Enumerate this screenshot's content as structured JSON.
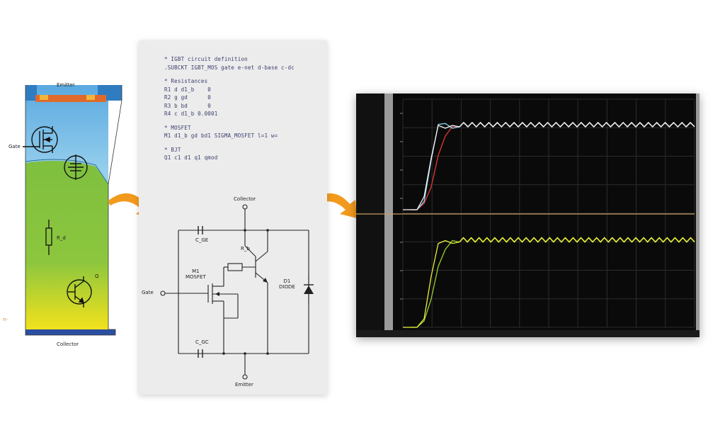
{
  "device": {
    "top_label": "Emitter",
    "gate_label": "Gate",
    "resistor_label": "R_d",
    "bjt_label": "Q",
    "bottom_label": "Collector",
    "side_label": "n-"
  },
  "netlist": {
    "lines": [
      "* IGBT circuit definition",
      ".SUBCKT IGBT_MOS gate e-net d-base c-dc",
      "",
      "* Resistances",
      "R1 d d1_b    0",
      "R2 g gd      0",
      "R3 b bd      0",
      "R4 c d1_b 0.0001",
      "",
      "* MOSFET",
      "M1 d1_b gd bd1 SIGMA_MOSFET l=1 w=",
      "",
      "* BJT",
      "Q1 c1 d1 q1 qmod"
    ]
  },
  "schematic": {
    "collector_label": "Collector",
    "gate_label": "Gate",
    "emitter_label": "Emitter",
    "cap_top_label": "C_GE",
    "cap_bottom_label": "C_GC",
    "mosfet_label": "M1\nMOSFET",
    "resistor_label": "R_b",
    "diode_label": "D1\nDIODE"
  },
  "colors": {
    "arrow": "#f29a1e",
    "scope_bg": "#0a0a0a",
    "trace_red": "#e53935",
    "trace_blue": "#8fd3f4",
    "trace_white": "#f2f2f2",
    "trace_yellow": "#e8f03a",
    "trace_green": "#9acd32",
    "divider": "#c8a060"
  },
  "chart_data": {
    "type": "line",
    "panels": [
      {
        "name": "upper",
        "series": [
          {
            "name": "",
            "color": "#e53935",
            "values": [
              0,
              0,
              0.05,
              0.25,
              0.55,
              0.78,
              0.85,
              0.86
            ]
          },
          {
            "name": "",
            "color": "#8fd3f4",
            "values": [
              0,
              0,
              0.1,
              0.5,
              0.9,
              0.88,
              0.86,
              0.86
            ]
          },
          {
            "name": "",
            "color": "#f2f2f2",
            "values": [
              0,
              0,
              0.12,
              0.55,
              0.86,
              0.86,
              0.86,
              0.86
            ]
          }
        ],
        "steady_level": 0.86,
        "ripple_periods": 28
      },
      {
        "name": "lower",
        "series": [
          {
            "name": "",
            "color": "#9acd32",
            "values": [
              0,
              0,
              0.05,
              0.3,
              0.6,
              0.8,
              0.86,
              0.86
            ]
          },
          {
            "name": "",
            "color": "#e8f03a",
            "values": [
              0,
              0,
              0.1,
              0.5,
              0.86,
              0.86,
              0.86,
              0.86
            ]
          }
        ],
        "steady_level": 0.86,
        "ripple_periods": 30
      }
    ]
  }
}
